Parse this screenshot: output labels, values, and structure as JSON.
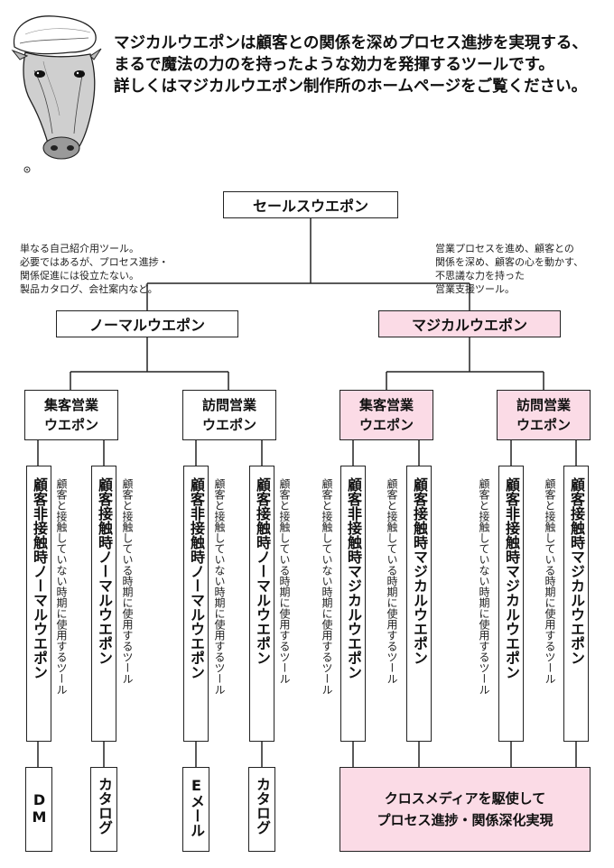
{
  "intro": {
    "line1": "マジカルウエポンは顧客との関係を深めプロセス進捗を実現する、まるで魔法の力のを持ったような効力を発揮するツールです。",
    "line2": "詳しくはマジカルウエポン制作所のホームページをご覧ください。"
  },
  "root": "セールスウエポン",
  "normal": {
    "title": "ノーマルウエポン",
    "note": [
      "単なる自己紹介用ツール。",
      "必要ではあるが、プロセス進捗・",
      "関係促進には役立たない。",
      "製品カタログ、会社案内など。"
    ],
    "acquire": {
      "line1": "集客営業",
      "line2": "ウエポン"
    },
    "visit": {
      "line1": "訪問営業",
      "line2": "ウエポン"
    }
  },
  "magical": {
    "title": "マジカルウエポン",
    "note": [
      "営業プロセスを進め、顧客との",
      "関係を深め、顧客の心を動かす、",
      "不思議な力を持った",
      "営業支援ツール。"
    ],
    "acquire": {
      "line1": "集客営業",
      "line2": "ウエポン"
    },
    "visit": {
      "line1": "訪問営業",
      "line2": "ウエポン"
    }
  },
  "tools": {
    "normal_noncontact": "顧客非接触時ノーマルウエポン",
    "normal_contact": "顧客接触時ノーマルウエポン",
    "magical_noncontact": "顧客非接触時マジカルウエポン",
    "magical_contact": "顧客接触時マジカルウエポン",
    "note_noncontact": "顧客と接触していない時期に使用するツール",
    "note_contact": "顧客と接触している時期に使用するツール"
  },
  "examples": {
    "dm": "DM",
    "catalog": "カタログ",
    "email": "Eメール",
    "crossmedia_line1": "クロスメディアを駆使して",
    "crossmedia_line2": "プロセス進捗・関係深化実現"
  },
  "colors": {
    "magical_fill": "#fbdbe6",
    "example_fill": "#d7ecfb",
    "line": "#222222"
  }
}
